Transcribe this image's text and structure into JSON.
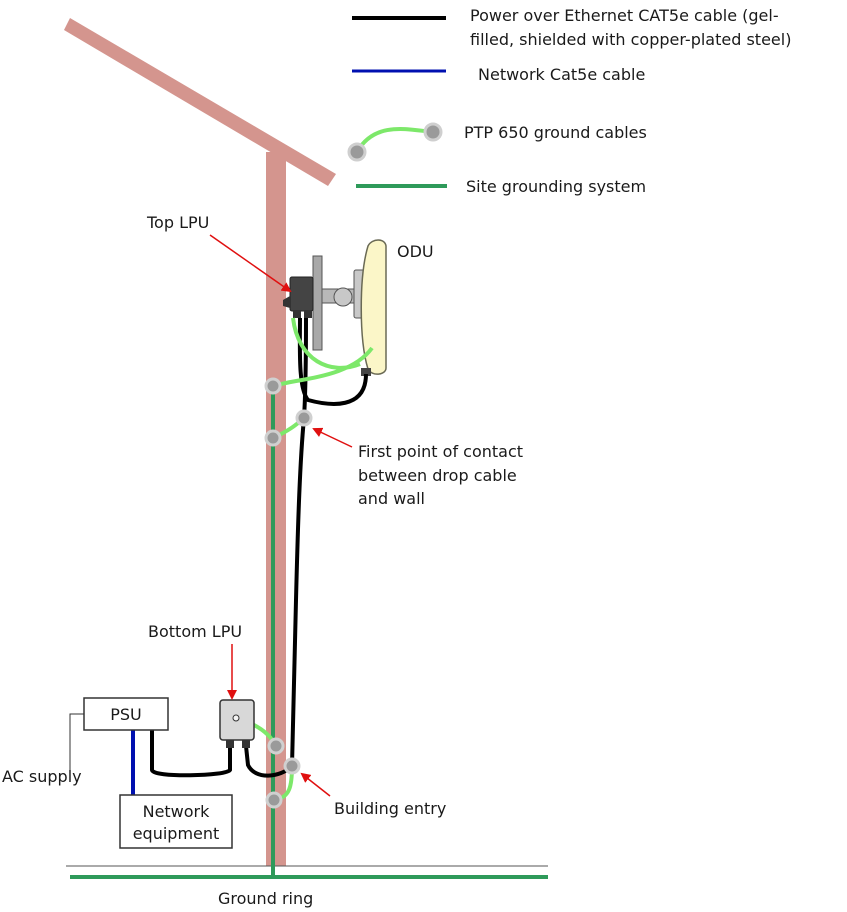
{
  "legend": [
    {
      "key": "poe",
      "lines": [
        "Power over Ethernet CAT5e cable (gel-",
        "filled, shielded with copper-plated steel)"
      ],
      "color": "#000000"
    },
    {
      "key": "network",
      "lines": [
        "Network Cat5e cable"
      ],
      "color": "#0010b0"
    },
    {
      "key": "ground_cables",
      "lines": [
        "PTP 650 ground cables"
      ],
      "color": "#7de86a"
    },
    {
      "key": "site_ground",
      "lines": [
        "Site grounding system"
      ],
      "color": "#2e9a5a"
    }
  ],
  "labels": {
    "top_lpu": "Top LPU",
    "odu": "ODU",
    "first_contact": [
      "First point of contact",
      "between drop cable",
      "and wall"
    ],
    "bottom_lpu": "Bottom LPU",
    "psu": "PSU",
    "network_equipment": [
      "Network",
      "equipment"
    ],
    "ac_supply": "AC supply",
    "building_entry": "Building entry",
    "ground_ring": "Ground ring"
  },
  "colors": {
    "wall": "#d4958e",
    "poe_cable": "#000000",
    "network_cable": "#0010b0",
    "ground_cable": "#7de86a",
    "site_ground": "#2e9a5a",
    "arrow": "#e01010",
    "bond_point": "#9a9a9a",
    "odu_face": "#fbf6c8"
  }
}
